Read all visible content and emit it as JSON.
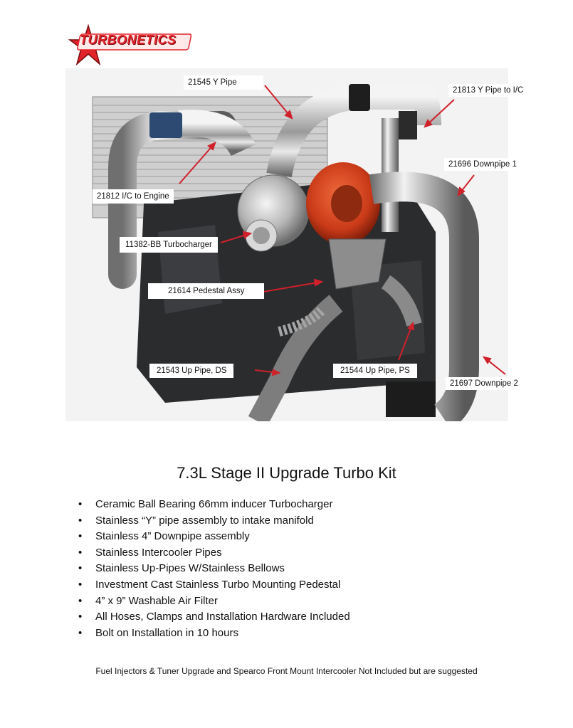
{
  "brand": {
    "logo_text": "TURBONETICS",
    "accent": "#e0242a"
  },
  "diagram": {
    "callouts": [
      {
        "id": "y-pipe",
        "text": "21545 Y Pipe"
      },
      {
        "id": "y-pipe-ic",
        "text": "21813 Y Pipe to I/C"
      },
      {
        "id": "downpipe-1",
        "text": "21696 Downpipe 1"
      },
      {
        "id": "ic-engine",
        "text": "21812 I/C to Engine"
      },
      {
        "id": "turbocharger",
        "text": "11382-BB Turbocharger"
      },
      {
        "id": "pedestal",
        "text": "21614 Pedestal Assy"
      },
      {
        "id": "up-pipe-ds",
        "text": "21543 Up Pipe, DS"
      },
      {
        "id": "up-pipe-ps",
        "text": "21544 Up Pipe, PS"
      },
      {
        "id": "downpipe-2",
        "text": "21697 Downpipe 2"
      }
    ],
    "arrow_color": "#d0202a",
    "turbo_color": "#d5401f"
  },
  "title": "7.3L Stage II Upgrade Turbo Kit",
  "features": [
    "Ceramic Ball Bearing 66mm inducer Turbocharger",
    "Stainless “Y” pipe assembly to intake manifold",
    "Stainless 4” Downpipe assembly",
    "Stainless Intercooler Pipes",
    "Stainless Up-Pipes W/Stainless Bellows",
    "Investment Cast Stainless Turbo Mounting Pedestal",
    "4” x 9” Washable Air Filter",
    "All Hoses, Clamps and Installation Hardware Included",
    "Bolt on Installation in 10 hours"
  ],
  "bullet_char": "•",
  "footnote": "Fuel Injectors & Tuner Upgrade and Spearco Front Mount Intercooler Not Included but are suggested"
}
